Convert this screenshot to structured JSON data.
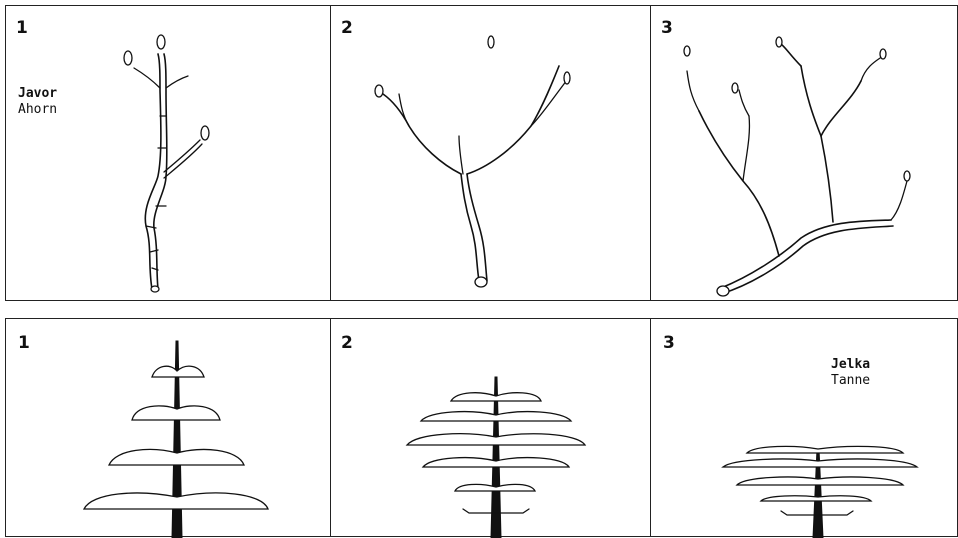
{
  "top_row": {
    "panels": [
      {
        "number": "1"
      },
      {
        "number": "2"
      },
      {
        "number": "3"
      }
    ],
    "species_label": {
      "local": "Javor",
      "german": "Ahorn"
    }
  },
  "bottom_row": {
    "panels": [
      {
        "number": "1"
      },
      {
        "number": "2"
      },
      {
        "number": "3"
      }
    ],
    "species_label": {
      "local": "Jelka",
      "german": "Tanne"
    }
  }
}
